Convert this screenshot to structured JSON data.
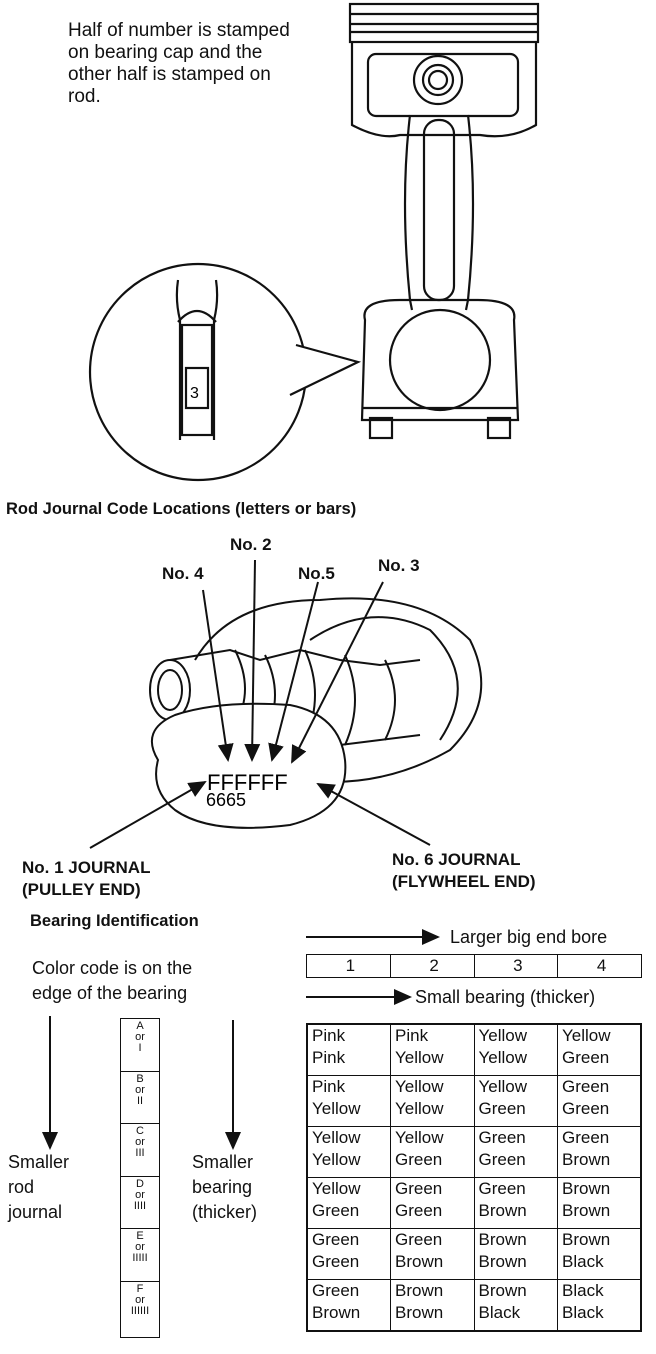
{
  "rod": {
    "note": "Half of number is stamped on bearing cap and the other half is stamped on rod.",
    "stamp": "3"
  },
  "crank": {
    "caption": "Rod Journal Code Locations (letters or bars)",
    "labels": {
      "no2": "No. 2",
      "no4": "No. 4",
      "no5": "No.5",
      "no3": "No. 3"
    },
    "letters": "FFFFFF",
    "digits": "6665",
    "journal1": [
      "No. 1 JOURNAL",
      "(PULLEY END)"
    ],
    "journal6": [
      "No. 6 JOURNAL",
      "(FLYWHEEL END)"
    ]
  },
  "bearing": {
    "caption": "Bearing Identification",
    "color_note": [
      "Color code is on the",
      "edge of the bearing"
    ],
    "smaller_rod": [
      "Smaller",
      "rod",
      "journal"
    ],
    "smaller_bearing": [
      "Smaller",
      "bearing",
      "(thicker)"
    ],
    "codes": [
      {
        "letter": "A",
        "or": "or",
        "bar": "I"
      },
      {
        "letter": "B",
        "or": "or",
        "bar": "II"
      },
      {
        "letter": "C",
        "or": "or",
        "bar": "III"
      },
      {
        "letter": "D",
        "or": "or",
        "bar": "IIII"
      },
      {
        "letter": "E",
        "or": "or",
        "bar": "IIIII"
      },
      {
        "letter": "F",
        "or": "or",
        "bar": "IIIIII"
      }
    ],
    "larger_bore": "Larger big end bore",
    "small_bearing": "Small bearing (thicker)",
    "columns": [
      "1",
      "2",
      "3",
      "4"
    ],
    "rows": [
      [
        [
          "Pink",
          "Pink"
        ],
        [
          "Pink",
          "Yellow"
        ],
        [
          "Yellow",
          "Yellow"
        ],
        [
          "Yellow",
          "Green"
        ]
      ],
      [
        [
          "Pink",
          "Yellow"
        ],
        [
          "Yellow",
          "Yellow"
        ],
        [
          "Yellow",
          "Green"
        ],
        [
          "Green",
          "Green"
        ]
      ],
      [
        [
          "Yellow",
          "Yellow"
        ],
        [
          "Yellow",
          "Green"
        ],
        [
          "Green",
          "Green"
        ],
        [
          "Green",
          "Brown"
        ]
      ],
      [
        [
          "Yellow",
          "Green"
        ],
        [
          "Green",
          "Green"
        ],
        [
          "Green",
          "Brown"
        ],
        [
          "Brown",
          "Brown"
        ]
      ],
      [
        [
          "Green",
          "Green"
        ],
        [
          "Green",
          "Brown"
        ],
        [
          "Brown",
          "Brown"
        ],
        [
          "Brown",
          "Black"
        ]
      ],
      [
        [
          "Green",
          "Brown"
        ],
        [
          "Brown",
          "Brown"
        ],
        [
          "Brown",
          "Black"
        ],
        [
          "Black",
          "Black"
        ]
      ]
    ]
  }
}
